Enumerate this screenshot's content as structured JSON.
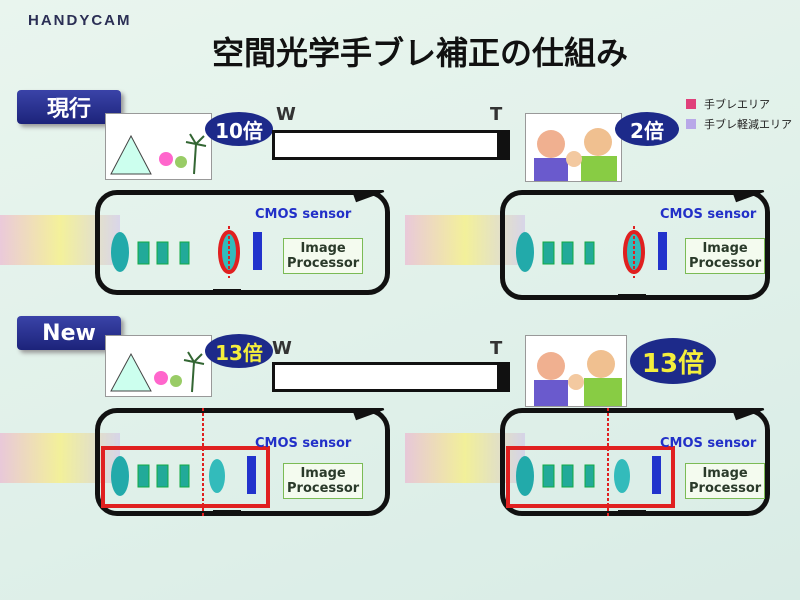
{
  "header": {
    "logo": "HANDYCAM",
    "title": "空間光学手ブレ補正の仕組み"
  },
  "legend": [
    {
      "label": "手ブレエリア",
      "color": "#e0407a"
    },
    {
      "label": "手ブレ軽減エリア",
      "color": "#b8a8e8"
    }
  ],
  "rows": [
    {
      "tag": "現行",
      "wide_zoom": "10倍",
      "tele_zoom": "2倍",
      "w_label": "W",
      "t_label": "T",
      "cameras": [
        {
          "cmos": "CMOS sensor",
          "ip1": "Image",
          "ip2": "Processor"
        },
        {
          "cmos": "CMOS sensor",
          "ip1": "Image",
          "ip2": "Processor"
        }
      ]
    },
    {
      "tag": "New",
      "wide_zoom": "13倍",
      "tele_zoom": "13倍",
      "w_label": "W",
      "t_label": "T",
      "cameras": [
        {
          "cmos": "CMOS sensor",
          "ip1": "Image",
          "ip2": "Processor"
        },
        {
          "cmos": "CMOS sensor",
          "ip1": "Image",
          "ip2": "Processor"
        }
      ]
    }
  ]
}
